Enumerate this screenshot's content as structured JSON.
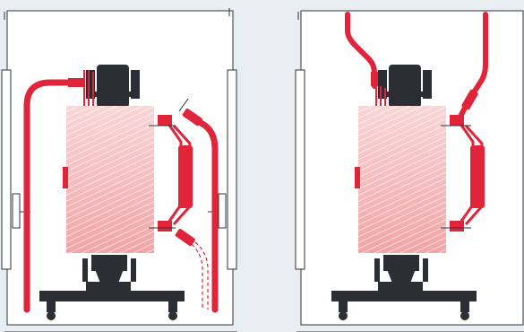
{
  "colors": {
    "background": "#e8eef2",
    "cabinet_fill": "#ffffff",
    "cabinet_line": "#2f3336",
    "machine_dark": "#2b2f33",
    "hose_red": "#e0243a",
    "core_red": "#e9606a",
    "core_light": "#f6c8c8"
  },
  "panels": [
    {
      "name": "left-panel",
      "state": "hoses-connected-with-drain-lines"
    },
    {
      "name": "right-panel",
      "state": "hoses-routed-from-top"
    }
  ]
}
